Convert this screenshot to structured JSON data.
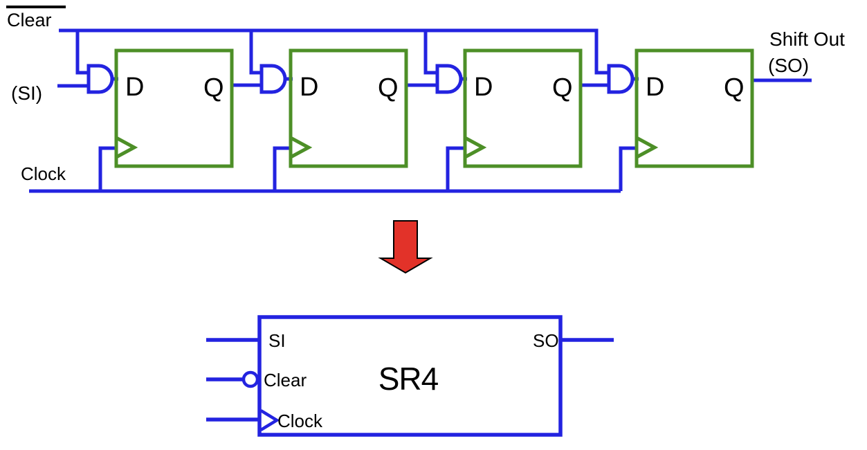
{
  "colors": {
    "wire": "#2323e0",
    "box": "#4d8f27",
    "arrow": "#e23229",
    "arrow_outline": "#000000",
    "ink": "#000000"
  },
  "top_diagram": {
    "clear_label": "Clear",
    "si_label": "(SI)",
    "clock_label": "Clock",
    "shift_out_line1": "Shift Out",
    "shift_out_line2": "(SO)",
    "flipflops": [
      {
        "d_label": "D",
        "q_label": "Q"
      },
      {
        "d_label": "D",
        "q_label": "Q"
      },
      {
        "d_label": "D",
        "q_label": "Q"
      },
      {
        "d_label": "D",
        "q_label": "Q"
      }
    ]
  },
  "block_diagram": {
    "title": "SR4",
    "si_label": "SI",
    "clear_label": "Clear",
    "clock_label": "Clock",
    "so_label": "SO"
  }
}
